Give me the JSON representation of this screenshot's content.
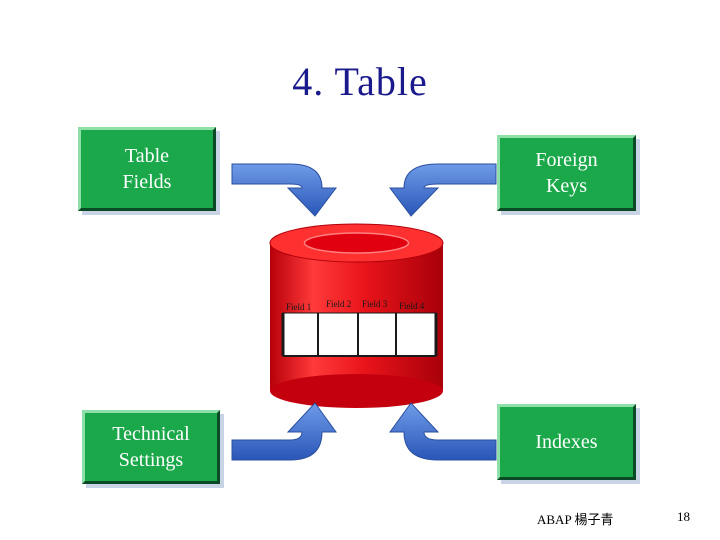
{
  "title": "4. Table",
  "boxes": {
    "table_fields": "Table\nFields",
    "foreign_keys": "Foreign\nKeys",
    "technical_settings": "Technical\nSettings",
    "indexes": "Indexes"
  },
  "fields": [
    "Field 1",
    "Field 2",
    "Field 3",
    "Field 4"
  ],
  "footer": {
    "left": "ABAP 楊子青",
    "page": "18"
  },
  "colors": {
    "box": "#1aa84a",
    "arrow": "#3f6fd0",
    "cylinder": "#e8141a",
    "title": "#1a1a8c"
  }
}
